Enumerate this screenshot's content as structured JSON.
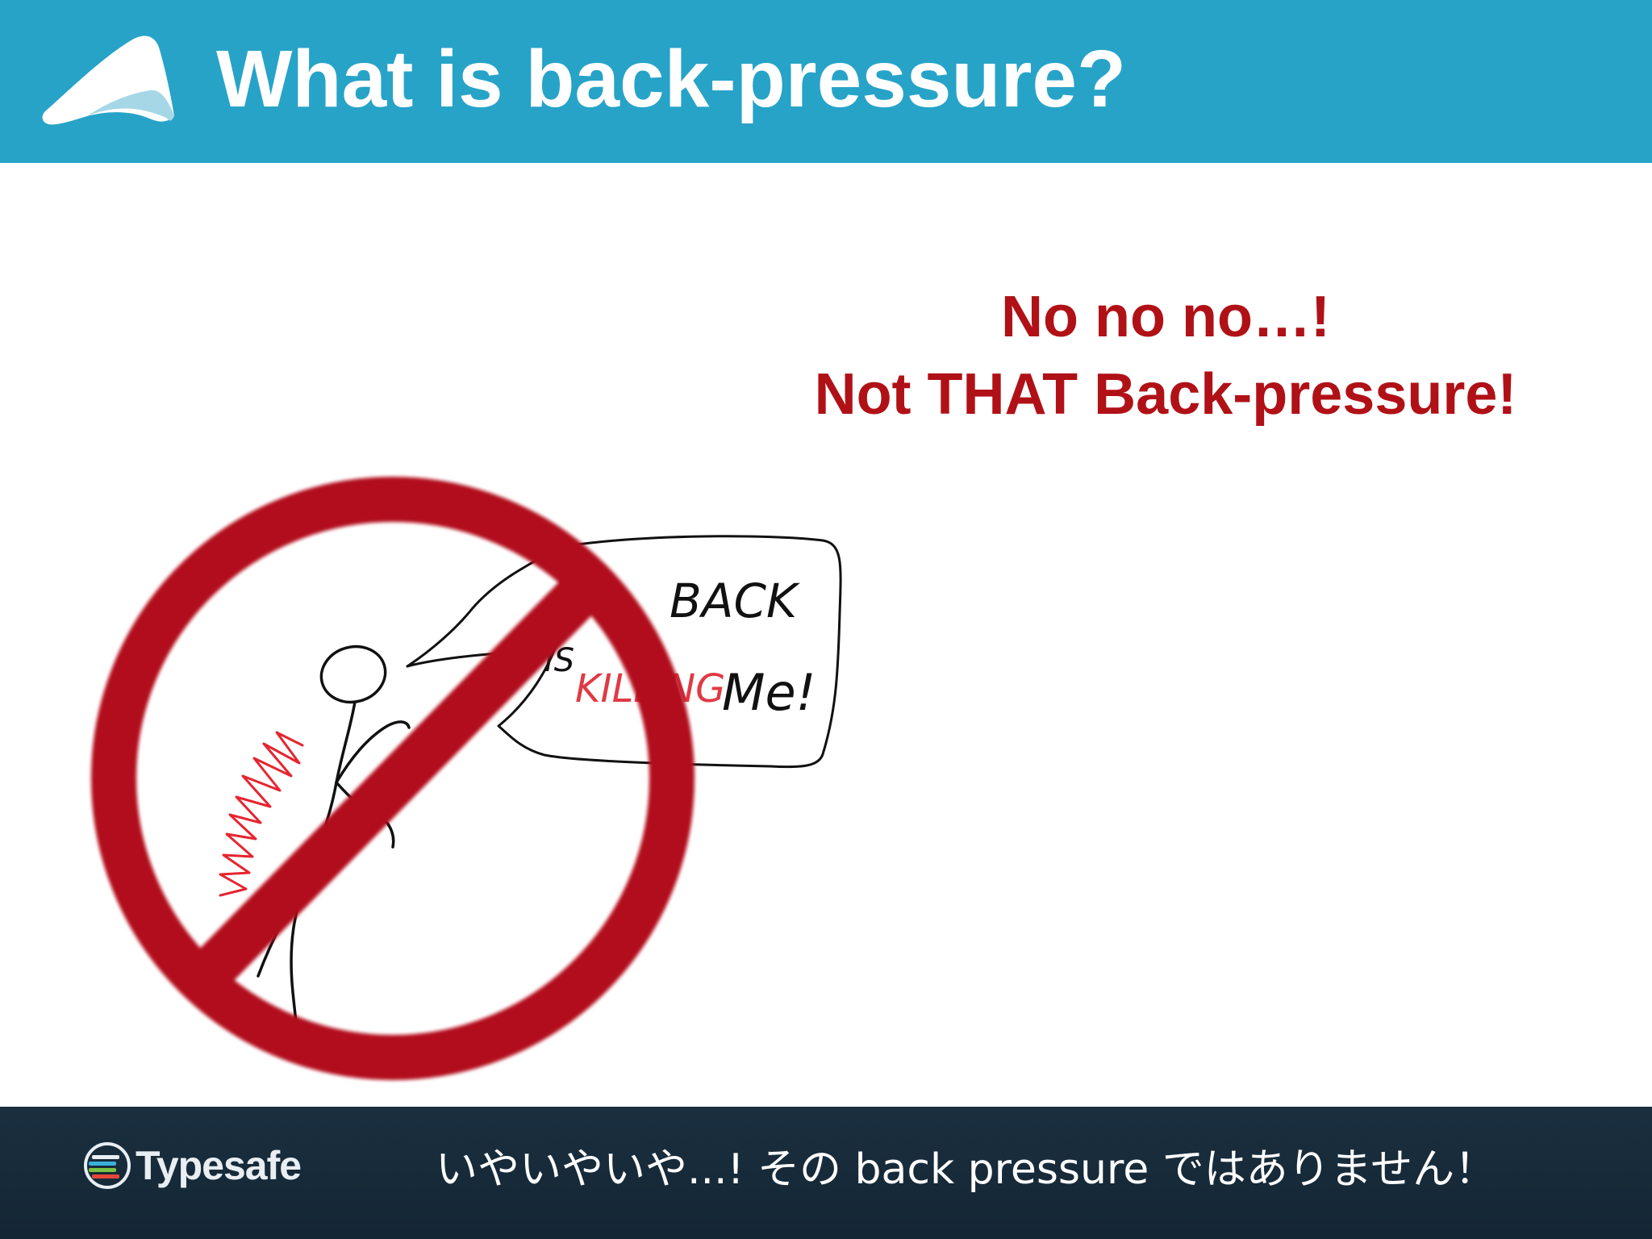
{
  "header": {
    "title": "What is back-pressure?",
    "logo_icon": "wave-logo-icon",
    "background_color": "#27a3c8"
  },
  "message": {
    "line1": "No no no…!",
    "line2": "Not THAT Back-pressure!",
    "color": "#b01116"
  },
  "illustration": {
    "bubble_word_back": "BACK",
    "bubble_word_is": "IS",
    "bubble_word_killing": "KILLING",
    "bubble_word_me": "Me!",
    "prohibition_icon": "no-sign-icon",
    "prohibition_color": "#b2101a"
  },
  "footer": {
    "brand": "Typesafe",
    "brand_icon": "typesafe-logo-icon",
    "caption": "いやいやいや...! その back pressure ではありません！",
    "background_color": "#162a39"
  }
}
